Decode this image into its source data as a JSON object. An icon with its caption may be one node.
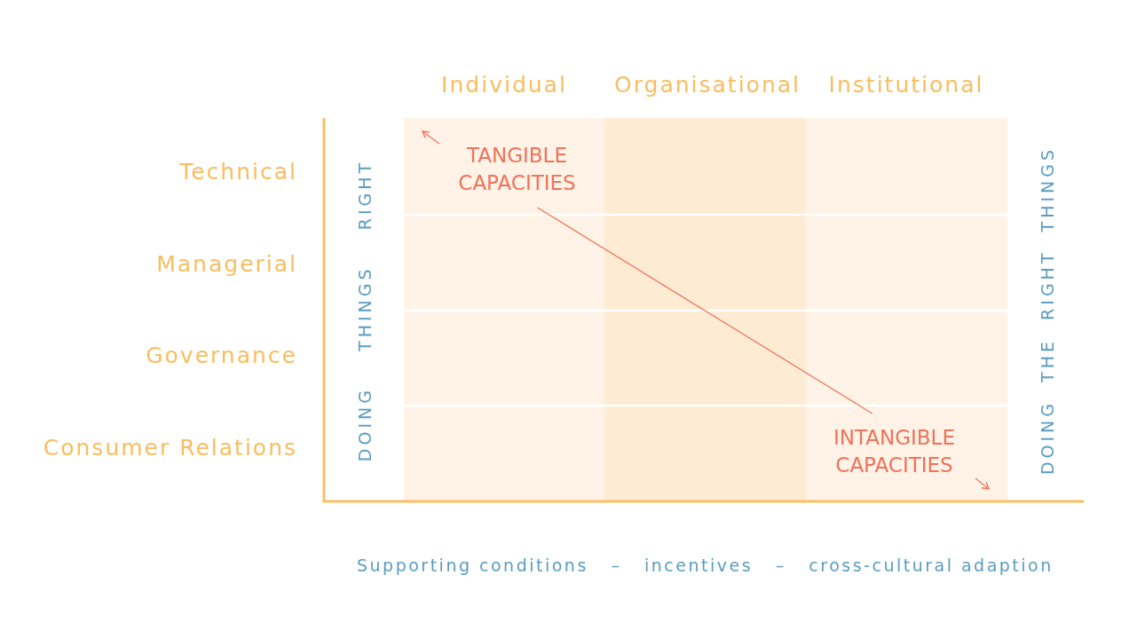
{
  "diagram": {
    "nodes": [
      {
        "text": [
          "TANGIBLE CAPACITIES"
        ]
      },
      {
        "text": [
          "INTANGIBLE CAPACITIES"
        ]
      }
    ],
    "edges": [
      {
        "from": 0,
        "to": 1,
        "arrow": "none"
      }
    ],
    "labels": [
      "Individual",
      "Organisational",
      "Institutional",
      "Technical",
      "Managerial",
      "Governance",
      "Consumer Relations",
      "DOING THINGS RIGHT",
      "DOING THE RIGHT THINGS",
      "Supporting conditions – incentives – cross-cultural adaption"
    ]
  }
}
